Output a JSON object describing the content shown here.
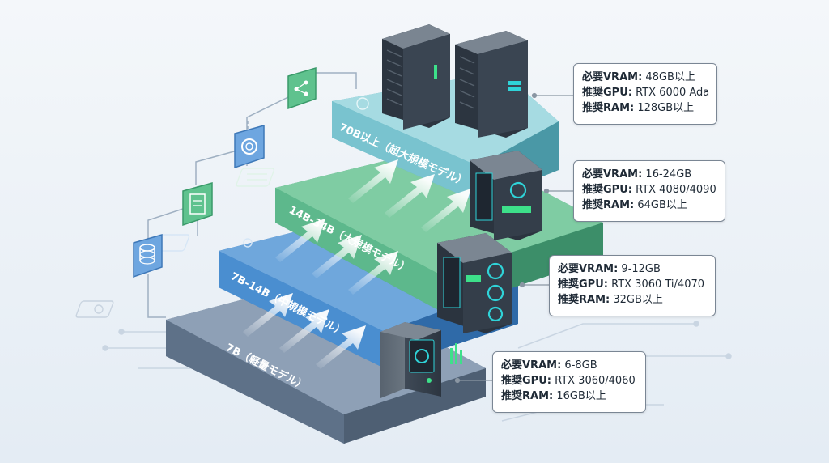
{
  "tiers": [
    {
      "label": "70B以上（超大規模モデル）",
      "vram_key": "必要VRAM:",
      "vram": "48GB以上",
      "gpu_key": "推奨GPU:",
      "gpu": "RTX 6000 Ada",
      "ram_key": "推奨RAM:",
      "ram": "128GB以上"
    },
    {
      "label": "14B-34B（大規模モデル）",
      "vram_key": "必要VRAM:",
      "vram": "16-24GB",
      "gpu_key": "推奨GPU:",
      "gpu": "RTX 4080/4090",
      "ram_key": "推奨RAM:",
      "ram": "64GB以上"
    },
    {
      "label": "7B-14B（中規模モデル）",
      "vram_key": "必要VRAM:",
      "vram": "9-12GB",
      "gpu_key": "推奨GPU:",
      "gpu": "RTX 3060 Ti/4070",
      "ram_key": "推奨RAM:",
      "ram": "32GB以上"
    },
    {
      "label": "7B（軽量モデル）",
      "vram_key": "必要VRAM:",
      "vram": "6-8GB",
      "gpu_key": "推奨GPU:",
      "gpu": "RTX 3060/4060",
      "ram_key": "推奨RAM:",
      "ram": "16GB以上"
    }
  ],
  "icons": [
    "database-icon",
    "document-scan-icon",
    "openai-logo-icon",
    "neural-network-icon",
    "gear-icon",
    "brain-icon"
  ],
  "colors": {
    "background": "#eef3f8",
    "tier_70b": "#79c3cf",
    "tier_14b_34b": "#5db88c",
    "tier_7b_14b": "#4a8ed0",
    "tier_7b": "#5e7188",
    "accent_green": "#3de08a",
    "accent_cyan": "#2fd3d8"
  }
}
